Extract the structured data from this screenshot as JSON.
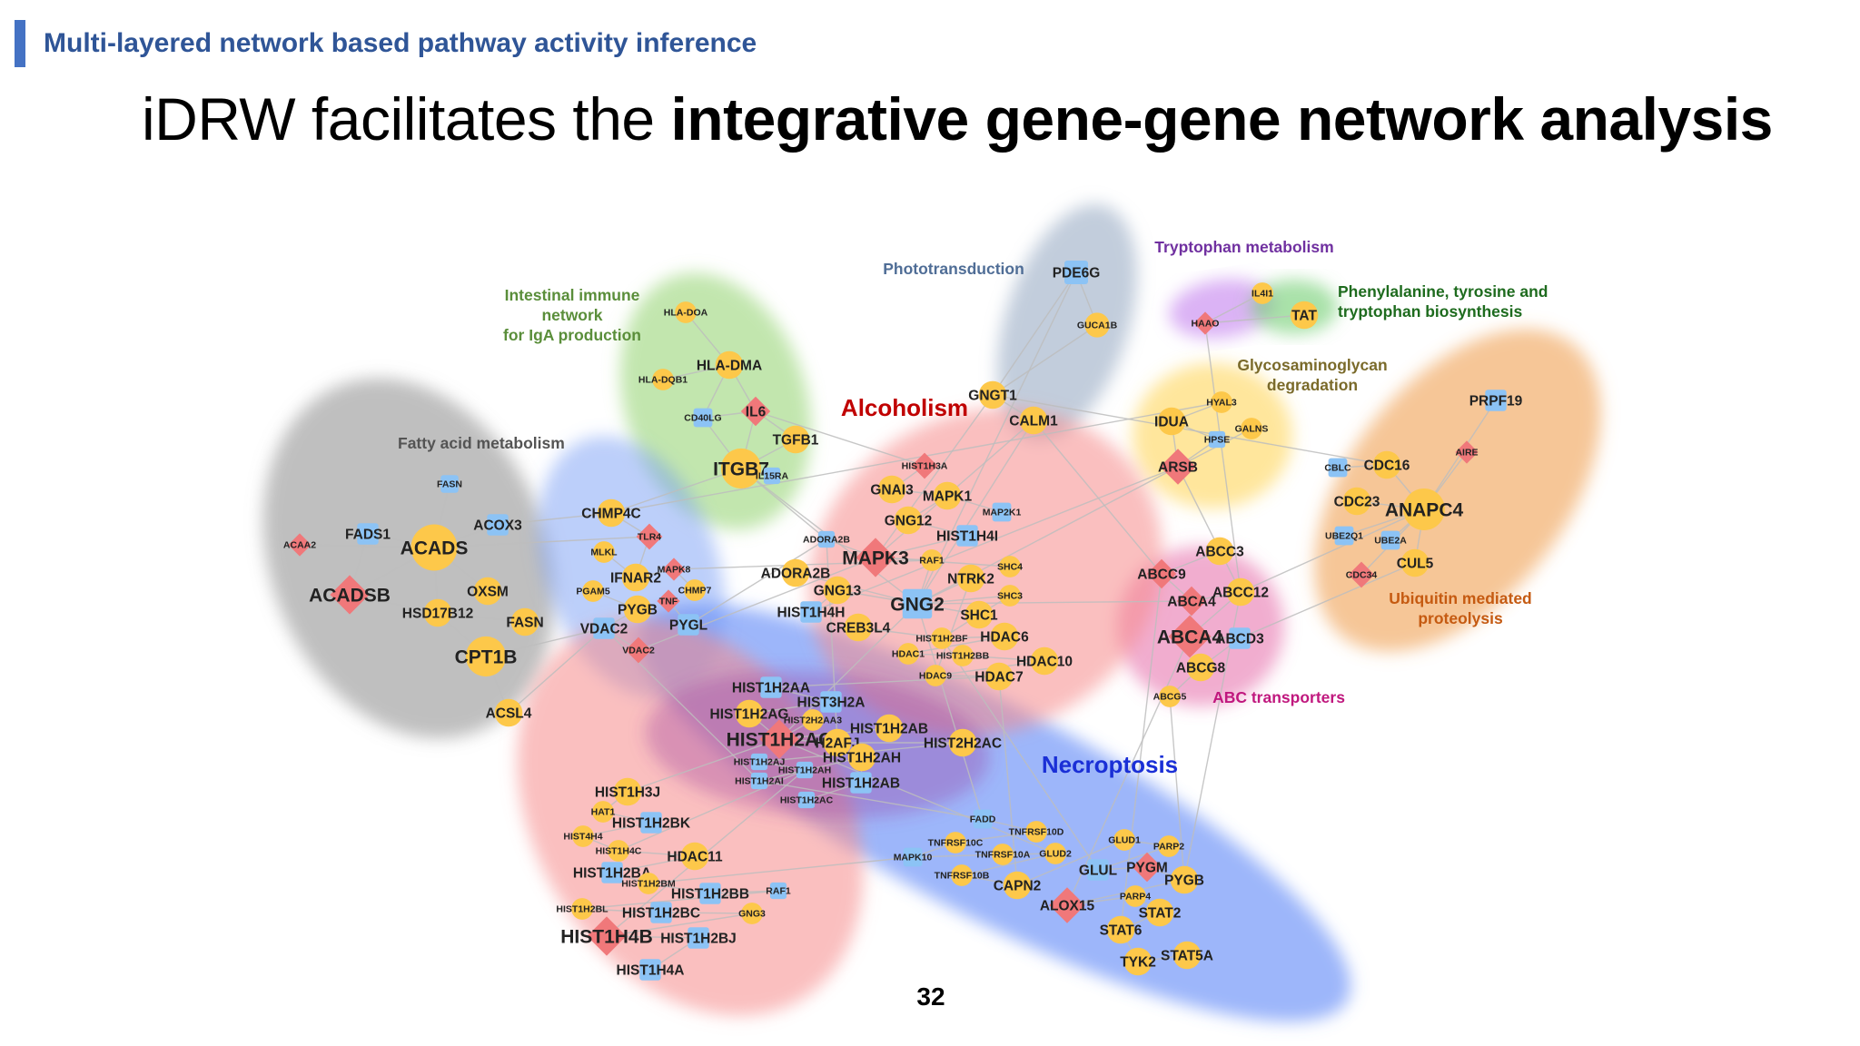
{
  "header": {
    "section_title": "Multi-layered network based pathway activity inference"
  },
  "title": {
    "part1": "iDRW facilitates the ",
    "part2": "integrative gene-gene network analysis"
  },
  "page_number": "32",
  "colors": {
    "header_bar": "#4472c4",
    "header_text": "#2f5597",
    "circle_node": "#fdc84a",
    "square_node": "#8cc3f5",
    "diamond_node": "#f0787a",
    "edge": "#bdbdbd"
  },
  "pathways": [
    {
      "name": "Fatty acid metabolism",
      "color": "#545454"
    },
    {
      "name": "Intestinal immune network for IgA production",
      "color": "#5a8e3a"
    },
    {
      "name": "Phototransduction",
      "color": "#4f6d96"
    },
    {
      "name": "Tryptophan metabolism",
      "color": "#7030a0"
    },
    {
      "name": "Phenylalanine, tyrosine and tryptophan biosynthesis",
      "color": "#1e6b1e"
    },
    {
      "name": "Glycosaminoglycan degradation",
      "color": "#7a6a2a"
    },
    {
      "name": "Alcoholism",
      "color": "#c00000"
    },
    {
      "name": "Ubiquitin mediated proteolysis",
      "color": "#c55a11"
    },
    {
      "name": "ABC transporters",
      "color": "#c0187e"
    },
    {
      "name": "Necroptosis",
      "color": "#1a2fd6"
    }
  ],
  "nodes": [
    {
      "id": "FASN",
      "shape": "square"
    },
    {
      "id": "FADS1",
      "shape": "square"
    },
    {
      "id": "ACADS",
      "shape": "circle"
    },
    {
      "id": "ACOX3",
      "shape": "square"
    },
    {
      "id": "ACAA2",
      "shape": "diamond"
    },
    {
      "id": "ACADSB",
      "shape": "diamond"
    },
    {
      "id": "OXSM",
      "shape": "circle"
    },
    {
      "id": "HSD17B12",
      "shape": "circle"
    },
    {
      "id": "FASN",
      "shape": "circle"
    },
    {
      "id": "CPT1B",
      "shape": "circle"
    },
    {
      "id": "ACSL4",
      "shape": "circle"
    },
    {
      "id": "HLA-DOA",
      "shape": "circle"
    },
    {
      "id": "HLA-DMA",
      "shape": "circle"
    },
    {
      "id": "HLA-DQB1",
      "shape": "circle"
    },
    {
      "id": "CD40LG",
      "shape": "square"
    },
    {
      "id": "IL6",
      "shape": "diamond"
    },
    {
      "id": "TGFB1",
      "shape": "circle"
    },
    {
      "id": "ITGB7",
      "shape": "circle"
    },
    {
      "id": "IL15RA",
      "shape": "square"
    },
    {
      "id": "PDE6G",
      "shape": "square"
    },
    {
      "id": "GUCA1B",
      "shape": "circle"
    },
    {
      "id": "IL4I1",
      "shape": "circle"
    },
    {
      "id": "HAAO",
      "shape": "diamond"
    },
    {
      "id": "TAT",
      "shape": "circle"
    },
    {
      "id": "HYAL3",
      "shape": "circle"
    },
    {
      "id": "IDUA",
      "shape": "circle"
    },
    {
      "id": "GALNS",
      "shape": "circle"
    },
    {
      "id": "HPSE",
      "shape": "square"
    },
    {
      "id": "ARSB",
      "shape": "diamond"
    },
    {
      "id": "GNGT1",
      "shape": "circle"
    },
    {
      "id": "CALM1",
      "shape": "circle"
    },
    {
      "id": "PRPF19",
      "shape": "square"
    },
    {
      "id": "AIRE",
      "shape": "diamond"
    },
    {
      "id": "CBLC",
      "shape": "square"
    },
    {
      "id": "CDC16",
      "shape": "circle"
    },
    {
      "id": "CDC23",
      "shape": "circle"
    },
    {
      "id": "ANAPC4",
      "shape": "circle"
    },
    {
      "id": "UBE2Q1",
      "shape": "square"
    },
    {
      "id": "UBE2A",
      "shape": "square"
    },
    {
      "id": "CUL5",
      "shape": "circle"
    },
    {
      "id": "CDC34",
      "shape": "diamond"
    },
    {
      "id": "CHMP4C",
      "shape": "circle"
    },
    {
      "id": "TLR4",
      "shape": "diamond"
    },
    {
      "id": "MLKL",
      "shape": "circle"
    },
    {
      "id": "IFNAR2",
      "shape": "circle"
    },
    {
      "id": "MAPK8",
      "shape": "diamond"
    },
    {
      "id": "PGAM5",
      "shape": "circle"
    },
    {
      "id": "CHMP7",
      "shape": "circle"
    },
    {
      "id": "PYGB",
      "shape": "circle"
    },
    {
      "id": "TNF",
      "shape": "diamond"
    },
    {
      "id": "VDAC2",
      "shape": "square"
    },
    {
      "id": "PYGL",
      "shape": "square"
    },
    {
      "id": "VDAC2",
      "shape": "diamond"
    },
    {
      "id": "HIST1H3A",
      "shape": "diamond"
    },
    {
      "id": "GNAI3",
      "shape": "circle"
    },
    {
      "id": "MAPK1",
      "shape": "circle"
    },
    {
      "id": "MAP2K1",
      "shape": "square"
    },
    {
      "id": "GNG12",
      "shape": "circle"
    },
    {
      "id": "HIST1H4I",
      "shape": "square"
    },
    {
      "id": "ADORA2B",
      "shape": "square"
    },
    {
      "id": "MAPK3",
      "shape": "diamond"
    },
    {
      "id": "RAF1",
      "shape": "circle"
    },
    {
      "id": "SHC4",
      "shape": "circle"
    },
    {
      "id": "NTRK2",
      "shape": "circle"
    },
    {
      "id": "ADORA2B",
      "shape": "circle"
    },
    {
      "id": "GNG13",
      "shape": "circle"
    },
    {
      "id": "GNG2",
      "shape": "square"
    },
    {
      "id": "SHC3",
      "shape": "circle"
    },
    {
      "id": "HIST1H4H",
      "shape": "square"
    },
    {
      "id": "SHC1",
      "shape": "circle"
    },
    {
      "id": "CREB3L4",
      "shape": "circle"
    },
    {
      "id": "HIST1H2BF",
      "shape": "circle"
    },
    {
      "id": "HDAC6",
      "shape": "circle"
    },
    {
      "id": "HDAC1",
      "shape": "circle"
    },
    {
      "id": "HIST1H2BB",
      "shape": "circle"
    },
    {
      "id": "HDAC10",
      "shape": "circle"
    },
    {
      "id": "HDAC9",
      "shape": "circle"
    },
    {
      "id": "HDAC7",
      "shape": "circle"
    },
    {
      "id": "HIST1H2AA",
      "shape": "square"
    },
    {
      "id": "HIST3H2A",
      "shape": "square"
    },
    {
      "id": "HIST1H2AG",
      "shape": "circle"
    },
    {
      "id": "HIST2H2AA3",
      "shape": "circle"
    },
    {
      "id": "HIST1H2AB",
      "shape": "circle"
    },
    {
      "id": "HIST1H2AC",
      "shape": "diamond"
    },
    {
      "id": "H2AFJ",
      "shape": "circle"
    },
    {
      "id": "HIST2H2AC",
      "shape": "circle"
    },
    {
      "id": "HIST1H2AJ",
      "shape": "square"
    },
    {
      "id": "HIST1H2AH",
      "shape": "square"
    },
    {
      "id": "HIST1H2AI",
      "shape": "square"
    },
    {
      "id": "HIST1H2AH",
      "shape": "circle"
    },
    {
      "id": "HIST1H2AB",
      "shape": "square"
    },
    {
      "id": "HIST1H2AC",
      "shape": "square"
    },
    {
      "id": "ABCC3",
      "shape": "circle"
    },
    {
      "id": "ABCC9",
      "shape": "diamond"
    },
    {
      "id": "ABCA4",
      "shape": "diamond"
    },
    {
      "id": "ABCC12",
      "shape": "circle"
    },
    {
      "id": "ABCA4",
      "shape": "diamond"
    },
    {
      "id": "ABCD3",
      "shape": "square"
    },
    {
      "id": "ABCG8",
      "shape": "circle"
    },
    {
      "id": "ABCG5",
      "shape": "circle"
    },
    {
      "id": "HIST1H3J",
      "shape": "circle"
    },
    {
      "id": "HAT1",
      "shape": "circle"
    },
    {
      "id": "HIST1H2BK",
      "shape": "square"
    },
    {
      "id": "HIST4H4",
      "shape": "circle"
    },
    {
      "id": "HIST1H4C",
      "shape": "circle"
    },
    {
      "id": "HDAC11",
      "shape": "circle"
    },
    {
      "id": "HIST1H2BA",
      "shape": "square"
    },
    {
      "id": "HIST1H2BM",
      "shape": "circle"
    },
    {
      "id": "HIST1H2BB",
      "shape": "square"
    },
    {
      "id": "RAF1",
      "shape": "square"
    },
    {
      "id": "HIST1H2BL",
      "shape": "circle"
    },
    {
      "id": "HIST1H2BC",
      "shape": "square"
    },
    {
      "id": "GNG3",
      "shape": "circle"
    },
    {
      "id": "HIST1H4B",
      "shape": "diamond"
    },
    {
      "id": "HIST1H2BJ",
      "shape": "square"
    },
    {
      "id": "HIST1H4A",
      "shape": "square"
    },
    {
      "id": "FADD",
      "shape": "square"
    },
    {
      "id": "TNFRSF10D",
      "shape": "circle"
    },
    {
      "id": "TNFRSF10C",
      "shape": "circle"
    },
    {
      "id": "MAPK10",
      "shape": "square"
    },
    {
      "id": "TNFRSF10A",
      "shape": "circle"
    },
    {
      "id": "GLUD2",
      "shape": "circle"
    },
    {
      "id": "TNFRSF10B",
      "shape": "circle"
    },
    {
      "id": "CAPN2",
      "shape": "circle"
    },
    {
      "id": "GLUD1",
      "shape": "circle"
    },
    {
      "id": "PARP2",
      "shape": "circle"
    },
    {
      "id": "GLUL",
      "shape": "square"
    },
    {
      "id": "PYGM",
      "shape": "diamond"
    },
    {
      "id": "PYGB",
      "shape": "circle"
    },
    {
      "id": "ALOX15",
      "shape": "diamond"
    },
    {
      "id": "PARP4",
      "shape": "circle"
    },
    {
      "id": "STAT2",
      "shape": "circle"
    },
    {
      "id": "STAT6",
      "shape": "circle"
    },
    {
      "id": "TYK2",
      "shape": "circle"
    },
    {
      "id": "STAT5A",
      "shape": "circle"
    }
  ]
}
